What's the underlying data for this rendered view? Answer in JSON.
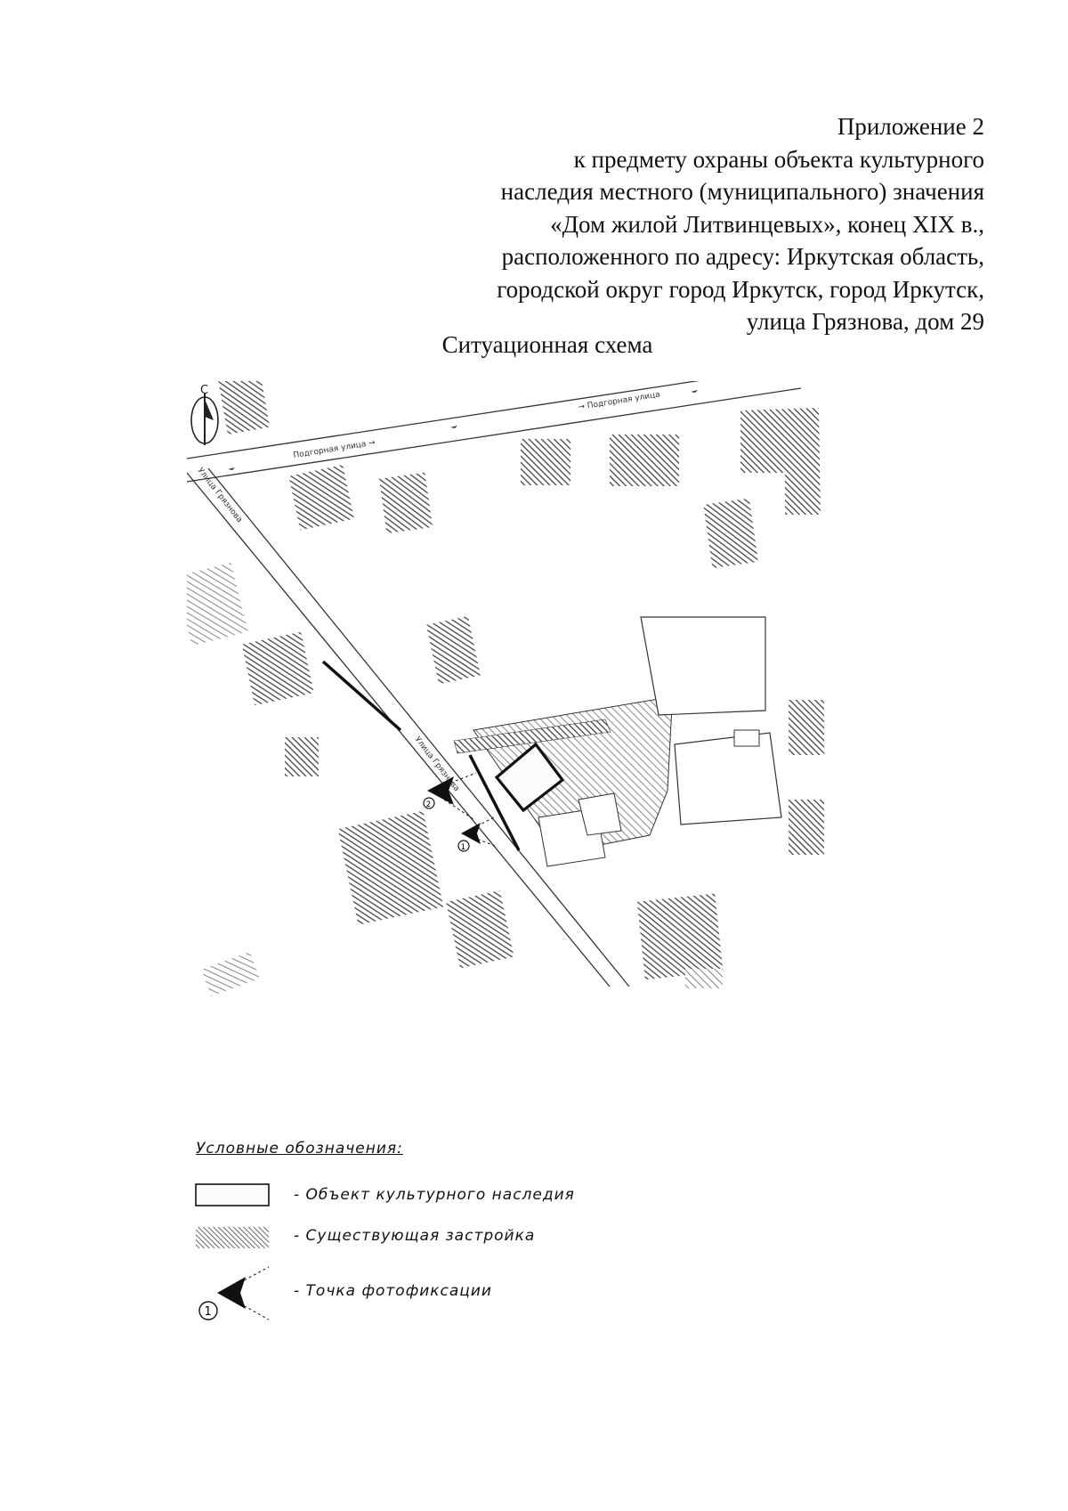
{
  "header": {
    "lines": [
      "Приложение 2",
      "к предмету охраны объекта культурного",
      "наследия местного (муниципального) значения",
      "«Дом жилой Литвинцевых», конец XIX в.,",
      "расположенного по адресу: Иркутская область,",
      "городской округ город Иркутск, город Иркутск,",
      "улица Грязнова, дом 29"
    ]
  },
  "scheme_title": "Ситуационная схема",
  "map": {
    "north_label": "С",
    "street_labels": {
      "podgornaya_1": "→ Подгорная улица",
      "podgornaya_2": "Подгорная улица →",
      "gryaznova_1": "Улица Грязнова",
      "gryaznova_2": "Улица Грязнова"
    },
    "photo_points": [
      "2",
      "1"
    ]
  },
  "legend": {
    "title": "Условные обозначения:",
    "items": [
      {
        "label": "- Объект культурного наследия",
        "symbol": "heritage-outline"
      },
      {
        "label": "- Существующая застройка",
        "symbol": "hatched-building"
      },
      {
        "label": "- Точка фотофиксации",
        "symbol": "photo-point",
        "number": "1"
      }
    ]
  },
  "colors": {
    "ink": "#111111",
    "hatch": "#555555"
  }
}
